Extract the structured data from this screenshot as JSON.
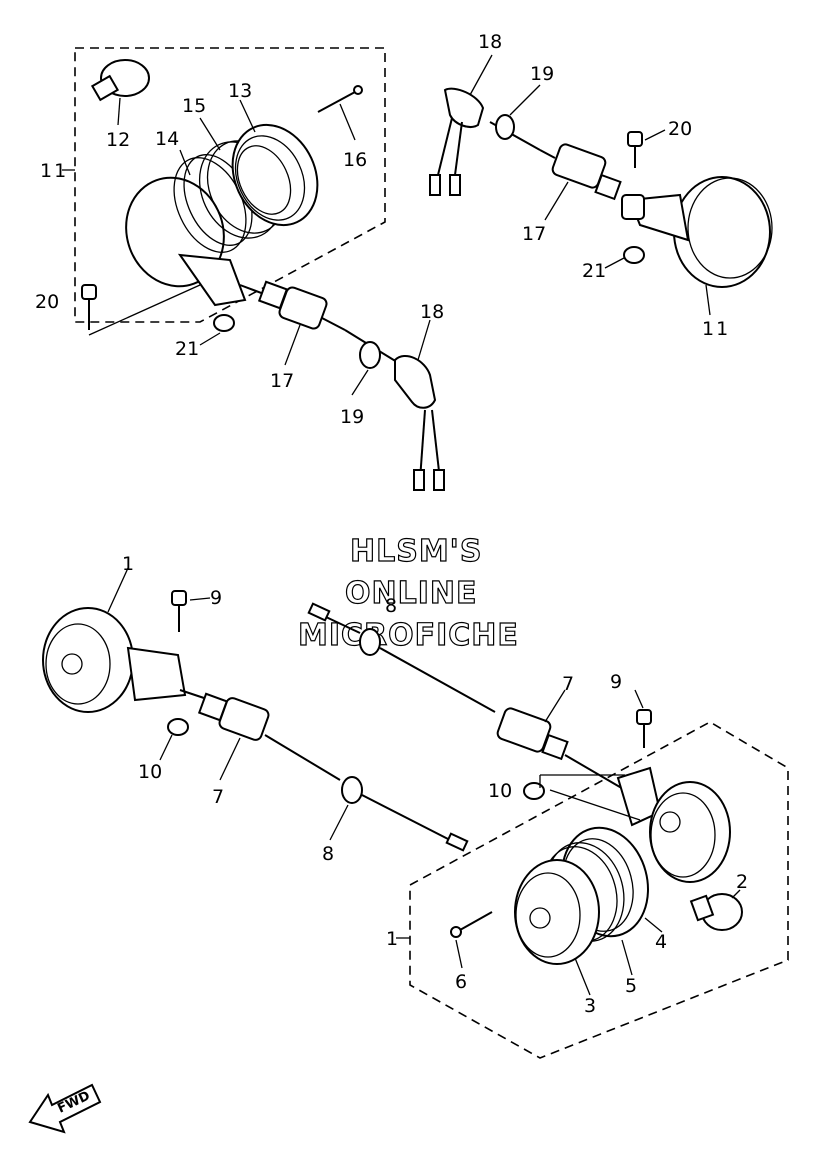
{
  "diagram": {
    "watermark": {
      "line1": "HLSM'S",
      "line2": "ONLINE",
      "line3": "MICROFICHE"
    },
    "fwd_label": "FWD",
    "labels": {
      "top_left": {
        "p11": "11",
        "p12": "12",
        "p13": "13",
        "p14": "14",
        "p15": "15",
        "p16": "16",
        "p17": "17",
        "p18": "18",
        "p19": "19",
        "p20": "20",
        "p21": "21"
      },
      "top_right": {
        "p11": "11",
        "p17": "17",
        "p18": "18",
        "p19": "19",
        "p20": "20",
        "p21": "21"
      },
      "bottom_left": {
        "p1": "1",
        "p7": "7",
        "p8": "8",
        "p9": "9",
        "p10": "10"
      },
      "bottom_right": {
        "p1": "1",
        "p2": "2",
        "p3": "3",
        "p4": "4",
        "p5": "5",
        "p6": "6",
        "p7": "7",
        "p8": "8",
        "p9": "9",
        "p10": "10"
      }
    }
  }
}
